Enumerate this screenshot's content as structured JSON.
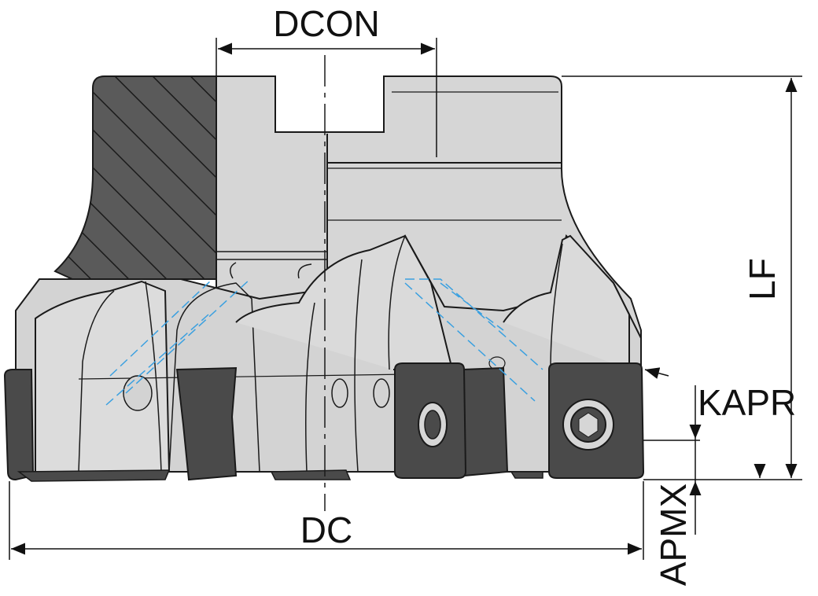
{
  "dimensions": {
    "dcon": "DCON",
    "dc": "DC",
    "lf": "LF",
    "kapr": "KAPR",
    "apmx": "APMX"
  },
  "colors": {
    "body_fill": "#d6d6d6",
    "body_light": "#e4e4e4",
    "section_fill": "#5a5a5a",
    "insert_fill": "#4a4a4a",
    "outline": "#1a1a1a",
    "hidden_line": "#3aa0e0"
  }
}
